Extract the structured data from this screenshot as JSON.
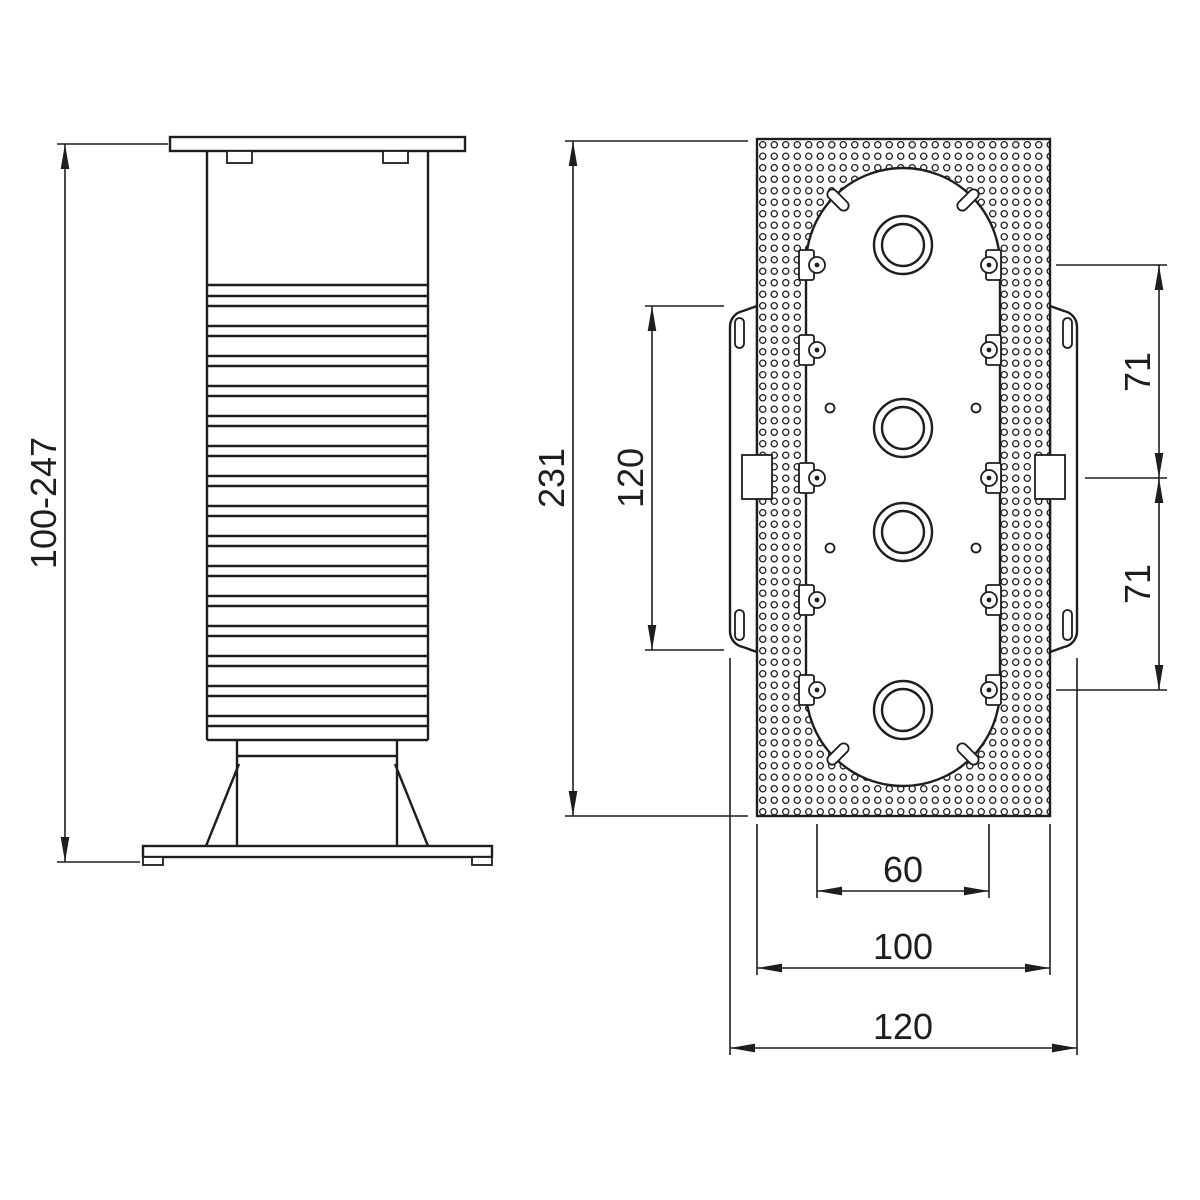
{
  "colors": {
    "line": "#1e1e1e",
    "background": "#ffffff"
  },
  "dims": {
    "side_height_range": "100-247",
    "plate_length": "231",
    "slot_pitch": "120",
    "hole_pitch_top": "71",
    "hole_pitch_bottom": "71",
    "hole_span": "60",
    "plate_width": "100",
    "overall_width": "120"
  }
}
